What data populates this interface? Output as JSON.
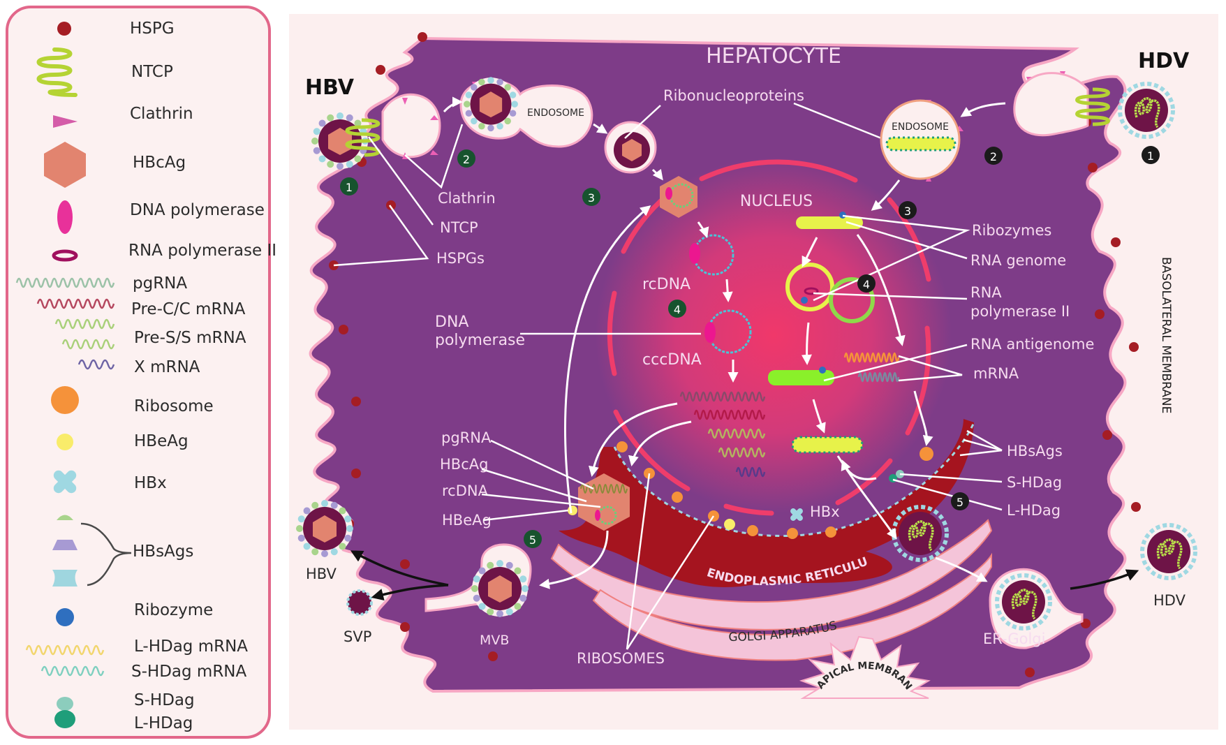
{
  "legend": {
    "items": [
      {
        "icon": "hspg-dot",
        "label": "HSPG"
      },
      {
        "icon": "ntcp-coil",
        "label": "NTCP"
      },
      {
        "icon": "clathrin-triangle",
        "label": "Clathrin"
      },
      {
        "icon": "hbcag-hexagon",
        "label": "HBcAg"
      },
      {
        "icon": "dna-polymerase-oval",
        "label": "DNA polymerase"
      },
      {
        "icon": "rna-polymerase-ring",
        "label": "RNA polymerase II"
      },
      {
        "icon": "pgrna-wave",
        "label": "pgRNA"
      },
      {
        "icon": "pre-c-mrna-wave",
        "label": "Pre-C/C mRNA"
      },
      {
        "icon": "pre-s-mrna-wave",
        "label": "Pre-S/S mRNA"
      },
      {
        "icon": "x-mrna-wave",
        "label": "X mRNA"
      },
      {
        "icon": "ribosome-dot",
        "label": "Ribosome"
      },
      {
        "icon": "hbeag-dot",
        "label": "HBeAg"
      },
      {
        "icon": "hbx-cross",
        "label": "HBx"
      },
      {
        "icon": "hbsag-shapes",
        "label": "HBsAgs"
      },
      {
        "icon": "ribozyme-dot",
        "label": "Ribozyme"
      },
      {
        "icon": "l-hdag-mrna-wave",
        "label": "L-HDag mRNA"
      },
      {
        "icon": "s-hdag-mrna-wave",
        "label": "S-HDag mRNA"
      },
      {
        "icon": "s-hdag-dot",
        "label": "S-HDag"
      },
      {
        "icon": "l-hdag-dot",
        "label": "L-HDag"
      }
    ],
    "colors": {
      "border": "#e2678a",
      "hspg": "#a51d24",
      "ntcp": "#b5d334",
      "clathrin": "#d45ca8",
      "hbcag": "#e2846f",
      "dna_polymerase": "#e8319a",
      "rna_polymerase": "#a0105e",
      "pgrna": "#9cc2a8",
      "pre_c_mrna": "#b5485f",
      "pre_s_mrna": "#a9d07a",
      "x_mrna": "#6e64a5",
      "ribosome": "#f5923a",
      "hbeag": "#f9ec6a",
      "hbx": "#9fd8e2",
      "hbsag_small": "#a9d48c",
      "hbsag_mid": "#a79ad3",
      "hbsag_large": "#9fd6df",
      "ribozyme": "#2f6fbf",
      "l_hdag_mrna": "#f2d66e",
      "s_hdag_mrna": "#7fd0c0",
      "s_hdag": "#8ccdbd",
      "l_hdag": "#1f9e7a"
    }
  },
  "diagram": {
    "title": "HEPATOCYTE",
    "hbv_label": "HBV",
    "hdv_label": "HDV",
    "nucleus_label": "NUCLEUS",
    "endosome_label": "ENDOSOME",
    "er_label": "ENDOPLASMIC RETICULUM",
    "golgi_label": "GOLGI APPARATUS",
    "apical_label": "APICAL MEMBRANE",
    "basolateral_label": "BASOLATERAL MEMBRANE",
    "colors": {
      "panel_bg": "#fcefef",
      "cytoplasm": "#7e3c88",
      "membrane_edge": "#f7a7c4",
      "nucleus_glow": "#f0386a",
      "nucleus_envelope": "#ef3d6b",
      "er": "#a5141f",
      "golgi": "#f4c4d9",
      "badge_hbv": "#17532e",
      "badge_hdv": "#1b1b1b",
      "virion_shell": "#6e1447",
      "arrow": "#ffffff",
      "label_text": "#f6dbef"
    },
    "labels": {
      "clathrin": "Clathrin",
      "ntcp": "NTCP",
      "hspgs": "HSPGs",
      "ribonucleoproteins": "Ribonucleoproteins",
      "rcdna": "rcDNA",
      "cccdna": "cccDNA",
      "dna_polymerase_line1": "DNA",
      "dna_polymerase_line2": "polymerase",
      "pgrna": "pgRNA",
      "hbcag": "HBcAg",
      "rcdna_capsid": "rcDNA",
      "hbeag": "HBeAg",
      "ribosomes": "RIBOSOMES",
      "mvb": "MVB",
      "hbv_out": "HBV",
      "svp": "SVP",
      "hbx": "HBx",
      "ribozymes": "Ribozymes",
      "rna_genome": "RNA genome",
      "rna_pol_line1": "RNA",
      "rna_pol_line2": "polymerase II",
      "rna_antigenome": "RNA antigenome",
      "mrna": "mRNA",
      "hbsags": "HBsAgs",
      "s_hdag": "S-HDag",
      "l_hdag": "L-HDag",
      "er_golgi": "ER-Golgi",
      "hdv_out": "HDV"
    },
    "hbv_steps": [
      "1",
      "2",
      "3",
      "4",
      "5"
    ],
    "hdv_steps": [
      "1",
      "2",
      "3",
      "4",
      "5"
    ]
  }
}
